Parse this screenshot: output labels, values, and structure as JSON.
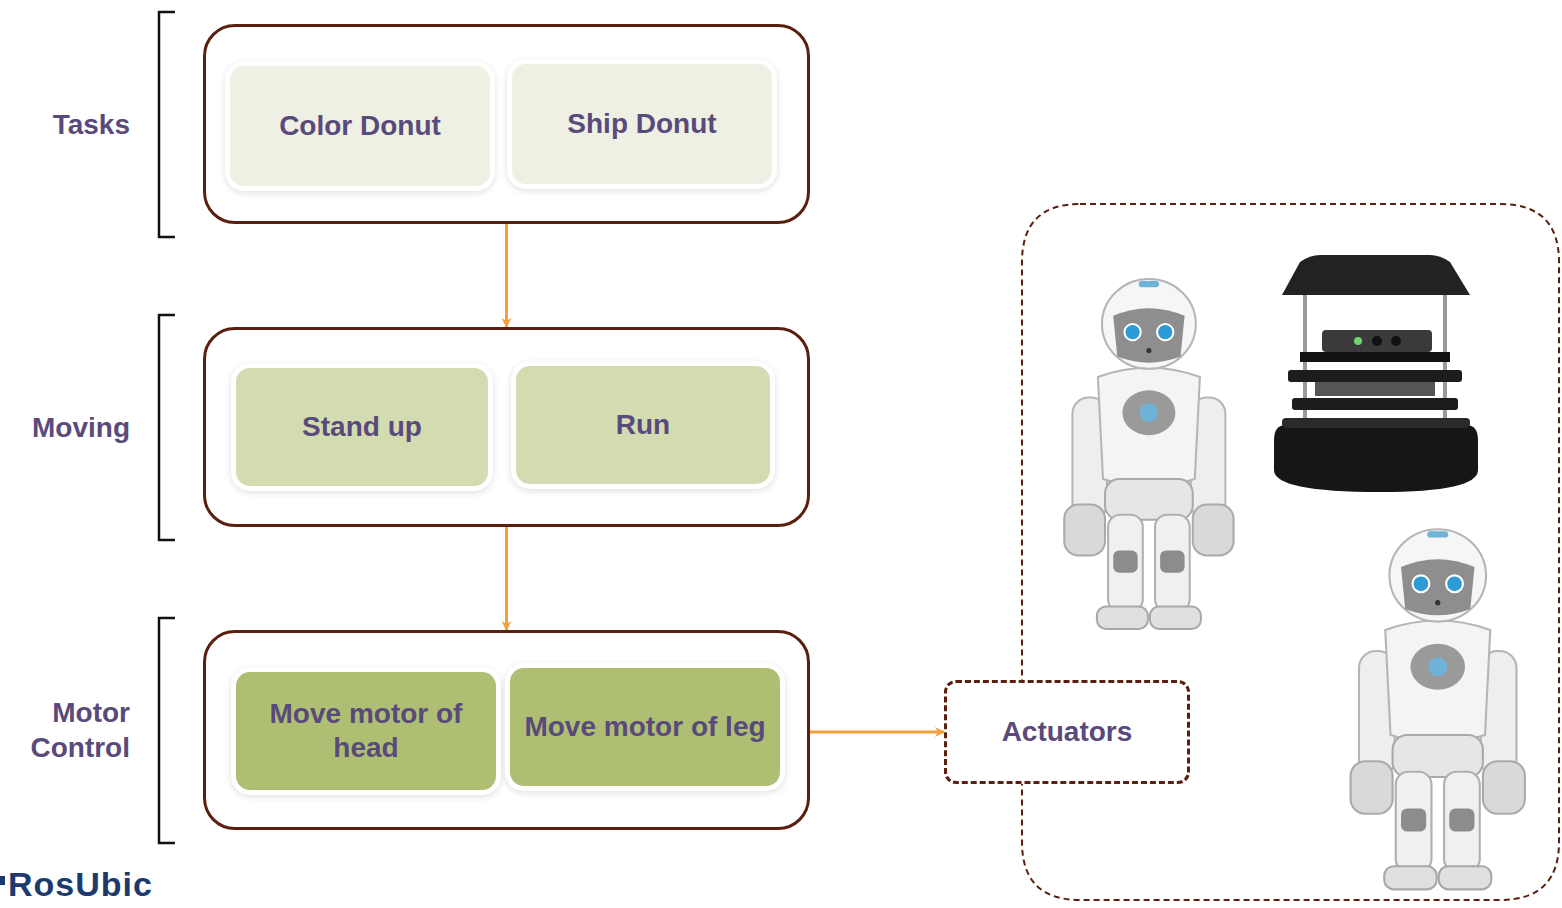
{
  "diagram": {
    "nodes": [
      {
        "text": [
          "Tasks"
        ]
      },
      {
        "text": [
          "Color Donut"
        ],
        "in": 0
      },
      {
        "text": [
          "Ship Donut"
        ],
        "in": 0
      },
      {
        "text": [
          "Moving"
        ]
      },
      {
        "text": [
          "Stand up"
        ],
        "in": 3
      },
      {
        "text": [
          "Run"
        ],
        "in": 3
      },
      {
        "text": [
          "Motor Control"
        ]
      },
      {
        "text": [
          "Move motor of head"
        ],
        "in": 6
      },
      {
        "text": [
          "Move motor of leg"
        ],
        "in": 6
      },
      {
        "text": [
          "Actuators"
        ]
      }
    ],
    "edges": [
      {
        "from": 0,
        "to": 3,
        "arrow": "to"
      },
      {
        "from": 3,
        "to": 6,
        "arrow": "to"
      },
      {
        "from": 6,
        "to": 9,
        "arrow": "to"
      }
    ],
    "labels": [
      "RosUbic"
    ]
  }
}
